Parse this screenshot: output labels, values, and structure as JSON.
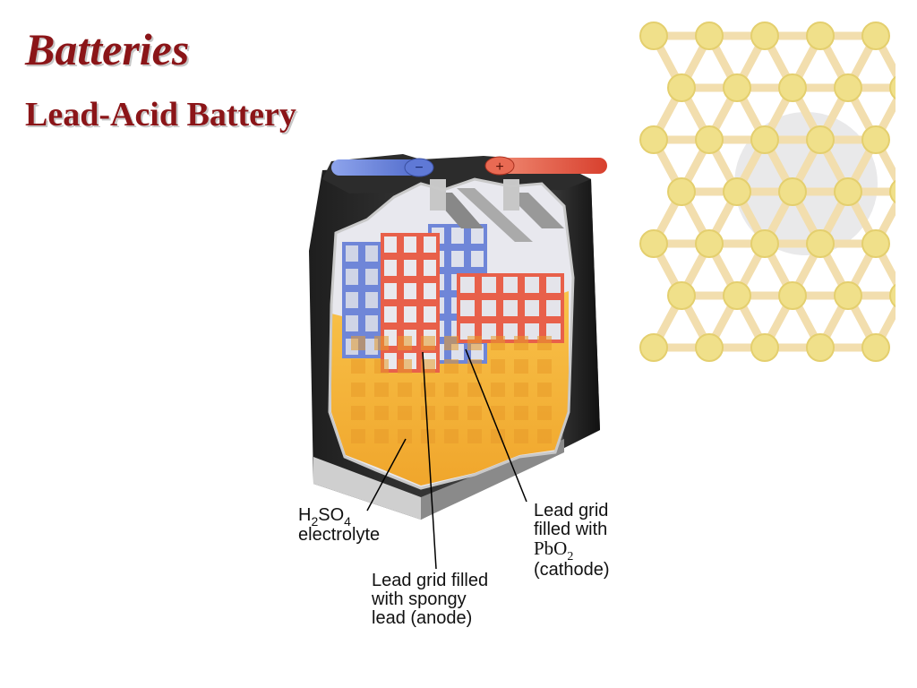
{
  "title": "Batteries",
  "subtitle": "Lead-Acid Battery",
  "labels": {
    "electrolyte": {
      "formula_h": "H",
      "formula_h_sub": "2",
      "formula_so": "SO",
      "formula_so_sub": "4",
      "line": "electrolyte"
    },
    "anode": {
      "line1": "Lead grid filled",
      "line2": "with spongy",
      "line3": "lead (anode)"
    },
    "cathode": {
      "line1": "Lead grid",
      "line2": "filled with",
      "formula": "PbO",
      "formula_sub": "2",
      "line4": "(cathode)"
    }
  },
  "terminals": {
    "negative": "−",
    "positive": "+"
  },
  "colors": {
    "title": "#8b1518",
    "anode_plate": "#6f86d8",
    "cathode_plate": "#e8604a",
    "electrolyte": "#f5b63a",
    "case": "#333333",
    "atom": "#f0e08a"
  }
}
